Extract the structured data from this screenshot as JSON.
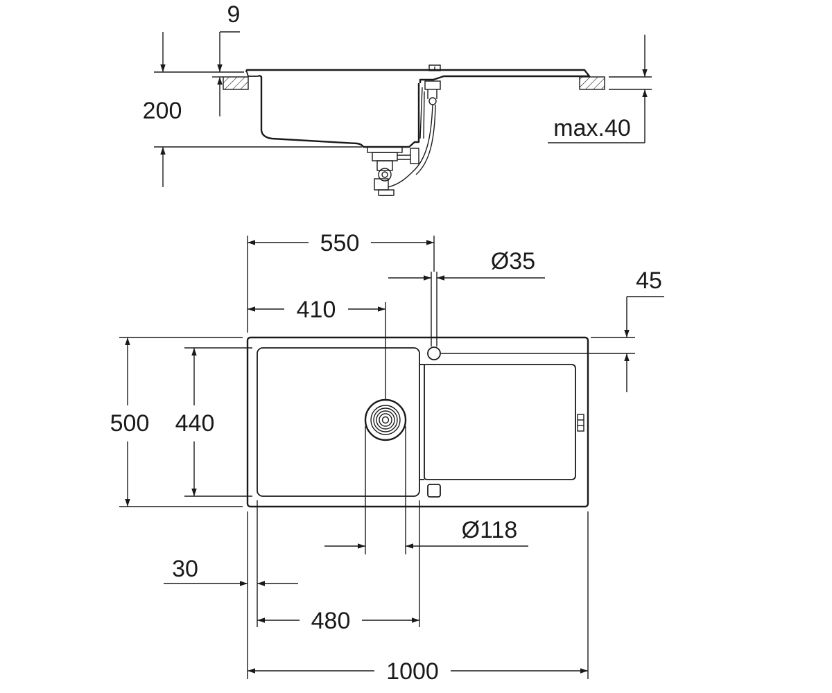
{
  "labels": {
    "depth_offset": "9",
    "bowl_depth": "200",
    "counter_max": "max.40",
    "tap_position": "550",
    "tap_hole": "Ø35",
    "tap_edge": "45",
    "drain_position": "410",
    "overall_depth": "500",
    "bowl_width": "440",
    "drain_hole": "Ø118",
    "edge_offset": "30",
    "bowl_length": "480",
    "overall_length": "1000"
  }
}
